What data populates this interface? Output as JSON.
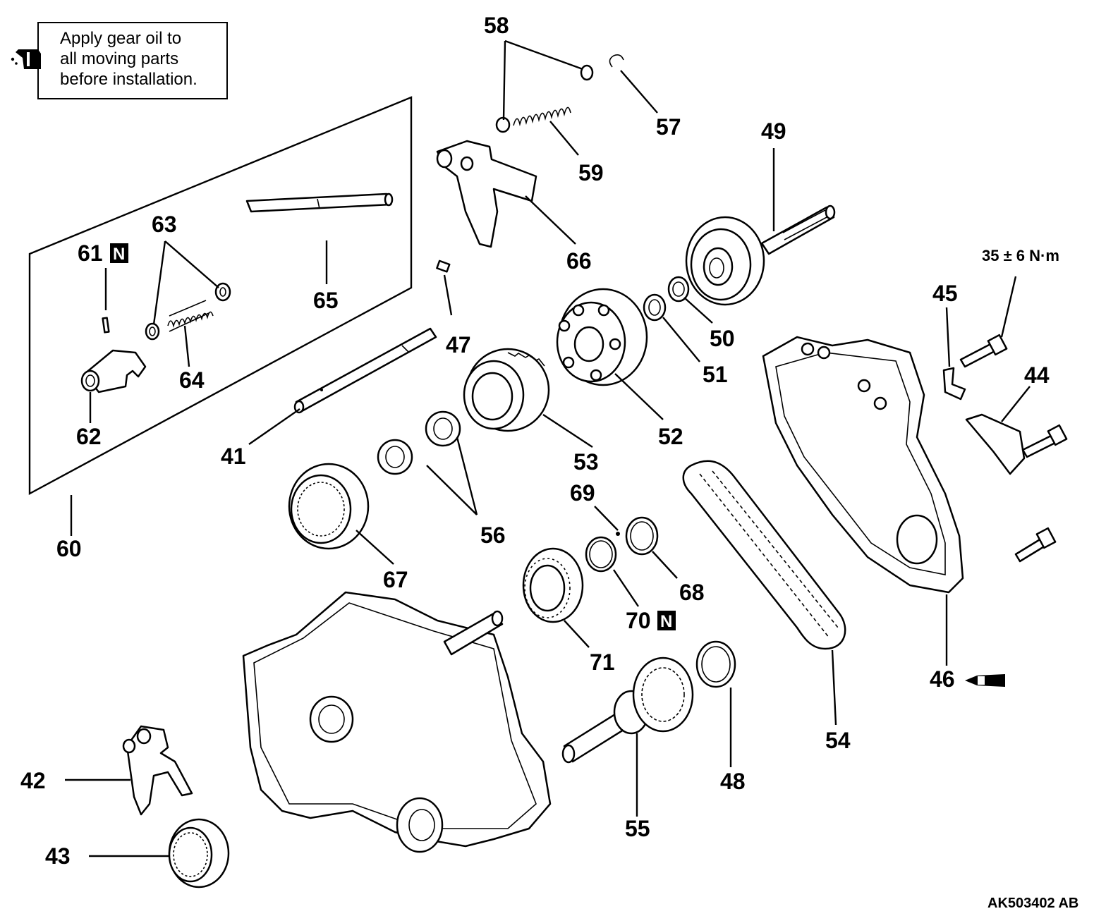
{
  "note": {
    "lines": [
      "Apply gear oil to",
      "all moving parts",
      "before installation."
    ],
    "icon": "oil-can-icon"
  },
  "torque_spec": "35 ± 6 N·m",
  "new_part_badge": "N",
  "figure_id": "AK503402 AB",
  "callouts": {
    "n41": "41",
    "n42": "42",
    "n43": "43",
    "n44": "44",
    "n45": "45",
    "n46": "46",
    "n47": "47",
    "n48": "48",
    "n49": "49",
    "n50": "50",
    "n51": "51",
    "n52": "52",
    "n53": "53",
    "n54": "54",
    "n55": "55",
    "n56": "56",
    "n57": "57",
    "n58": "58",
    "n59": "59",
    "n60": "60",
    "n61": "61",
    "n62": "62",
    "n63": "63",
    "n64": "64",
    "n65": "65",
    "n66": "66",
    "n67": "67",
    "n68": "68",
    "n69": "69",
    "n70": "70",
    "n71": "71"
  }
}
